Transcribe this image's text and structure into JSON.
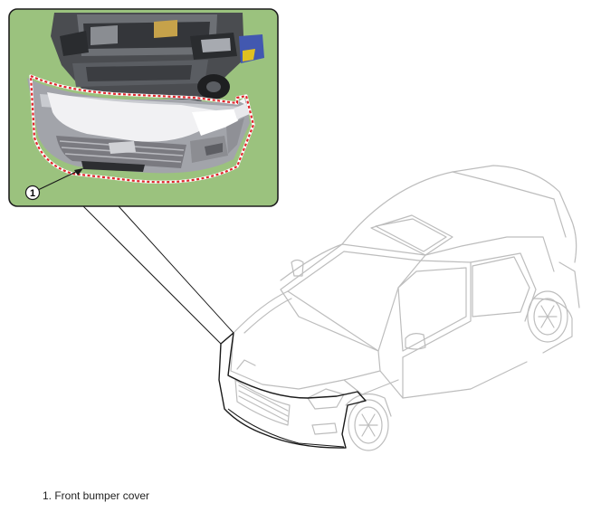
{
  "callout": {
    "number": "1"
  },
  "legend": {
    "items": [
      {
        "text": "1. Front bumper cover"
      }
    ]
  },
  "colors": {
    "inset_background": "#9bc27e",
    "inset_border": "#1f1f1f",
    "highlight_outline": "#e0262c",
    "bumper_grille": "#7a7a80",
    "vehicle_line": "#bdbdbd"
  },
  "icons": [
    "vehicle-outline",
    "bumper-photo",
    "callout-badge"
  ]
}
